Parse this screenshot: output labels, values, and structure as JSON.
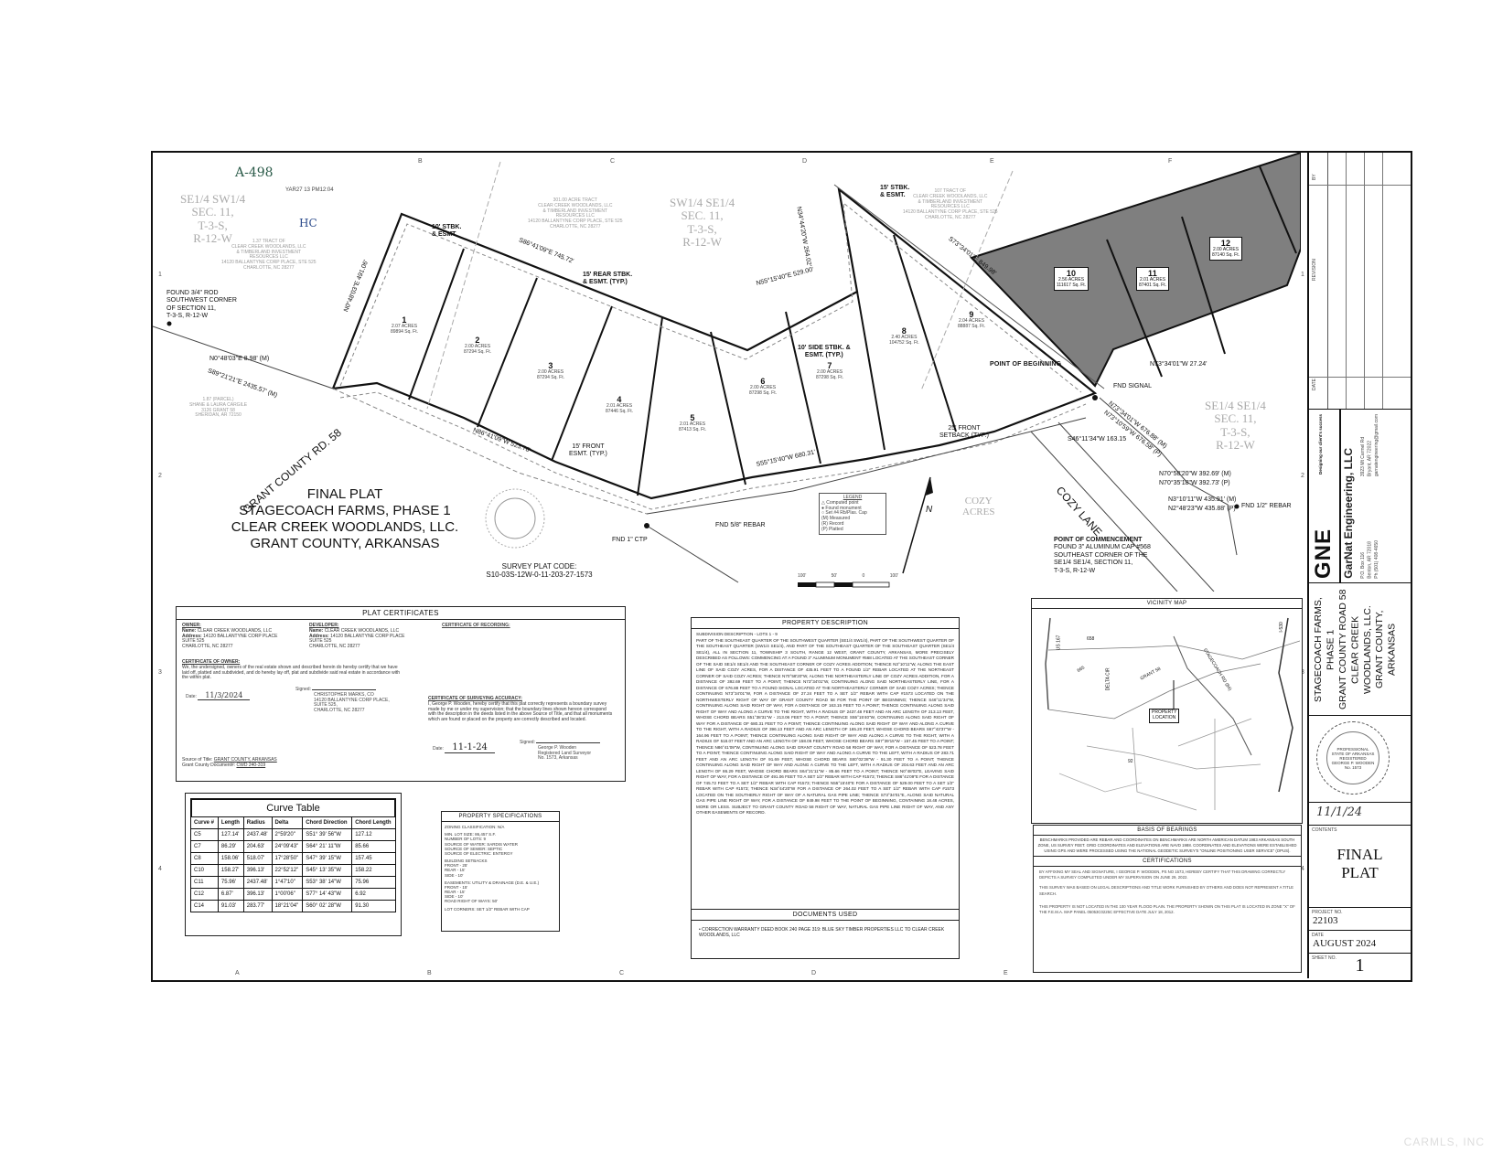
{
  "sheet": {
    "grid_letters_top": [
      "B",
      "C",
      "D",
      "E",
      "F"
    ],
    "grid_letters_bottom": [
      "A",
      "B",
      "C",
      "D",
      "E"
    ],
    "grid_numbers_left": [
      "1",
      "2",
      "3",
      "4"
    ],
    "grid_numbers_right": [
      "1",
      "2",
      "3",
      "4"
    ],
    "handwritten_top": "A-498",
    "stamp_top": "YAR27 13 PM12:04",
    "initials": "HC"
  },
  "plat": {
    "sections": [
      {
        "id": "se-sw",
        "lines": [
          "SE1/4 SW1/4",
          "SEC. 11,",
          "T-3-S,",
          "R-12-W"
        ]
      },
      {
        "id": "sw-se",
        "lines": [
          "SW1/4 SE1/4",
          "SEC. 11,",
          "T-3-S,",
          "R-12-W"
        ]
      },
      {
        "id": "se-se",
        "lines": [
          "SE1/4 SE1/4",
          "SEC. 11,",
          "T-3-S,",
          "R-12-W"
        ]
      }
    ],
    "adjoiners": [
      {
        "id": "adj-1",
        "lines": [
          "1.37 TRACT OF",
          "CLEAR CREEK WOODLANDS, LLC",
          "& TIMBERLAND INVESTMENT",
          "RESOURCES LLC",
          "14120 BALLANTYNE CORP PLACE, STE 525",
          "CHARLOTTE, NC 28277"
        ]
      },
      {
        "id": "adj-2",
        "lines": [
          "301.00 ACRE TRACT",
          "CLEAR CREEK WOODLANDS, LLC",
          "& TIMBERLAND INVESTMENT",
          "RESOURCES LLC",
          "14120 BALLANTYNE CORP PLACE, STE 525",
          "CHARLOTTE, NC 28277"
        ]
      },
      {
        "id": "adj-3",
        "lines": [
          "107 TRACT OF",
          "CLEAR CREEK WOODLANDS, LLC",
          "& TIMBERLAND INVESTMENT",
          "RESOURCES LLC",
          "14120 BALLANTYNE CORP PLACE, STE 525",
          "CHARLOTTE, NC 28277"
        ]
      },
      {
        "id": "adj-4",
        "lines": [
          "1.87 (PARCEL)",
          "SHANE & LAURA CARGILE",
          "3126 GRANT 58",
          "SHERIDAN, AR 72150"
        ]
      }
    ],
    "lots": [
      {
        "num": "1",
        "acres": "2.07 ACRES",
        "sqft": "89894 Sq. Ft."
      },
      {
        "num": "2",
        "acres": "2.00 ACRES",
        "sqft": "87294 Sq. Ft."
      },
      {
        "num": "3",
        "acres": "2.00 ACRES",
        "sqft": "87294 Sq. Ft."
      },
      {
        "num": "4",
        "acres": "2.01 ACRES",
        "sqft": "87446 Sq. Ft."
      },
      {
        "num": "5",
        "acres": "2.01 ACRES",
        "sqft": "87413 Sq. Ft."
      },
      {
        "num": "6",
        "acres": "2.00 ACRES",
        "sqft": "87298 Sq. Ft."
      },
      {
        "num": "7",
        "acres": "2.00 ACRES",
        "sqft": "87298 Sq. Ft."
      },
      {
        "num": "8",
        "acres": "2.40 ACRES",
        "sqft": "104752 Sq. Ft."
      },
      {
        "num": "9",
        "acres": "2.04 ACRES",
        "sqft": "88887 Sq. Ft."
      },
      {
        "num": "10",
        "acres": "2.56 ACRES",
        "sqft": "111617 Sq. Ft."
      },
      {
        "num": "11",
        "acres": "2.01 ACRES",
        "sqft": "87401 Sq. Ft."
      },
      {
        "num": "12",
        "acres": "2.00 ACRES",
        "sqft": "87140 Sq. Ft."
      }
    ],
    "callouts": {
      "found_rod": [
        "FOUND 3/4\" ROD",
        "SOUTHWEST CORNER",
        "OF SECTION 11,",
        "T-3-S, R-12-W"
      ],
      "tie_bearing": "N0°48'03\"E  8.98' (M)",
      "south_line": "S89°21'21\"E  2435.57' (M)",
      "lot1_west": "N0°48'03\"E  491.06'",
      "north_line": "S86°41'09\"E  745.72'",
      "mid_north": "N55°15'40\"E  529.00'",
      "east_nw": "N34°44'20\"W  264.02'",
      "east_line": "S73°34'01\"E  849.98'",
      "road_line": "N86°41'09\"W  523.78'",
      "front_line": "S55°15'40\"W  680.31'",
      "stbk_10": [
        "10' STBK.",
        "& ESMT."
      ],
      "stbk_15_rear": [
        "15' REAR STBK.",
        "& ESMT. (TYP.)"
      ],
      "stbk_15_top": [
        "15' STBK.",
        "& ESMT."
      ],
      "side_stbk": [
        "10' SIDE STBK. &",
        "ESMT. (TYP.)"
      ],
      "front_esmt": [
        "15' FRONT",
        "ESMT. (TYP.)"
      ],
      "front_setback": [
        "25' FRONT",
        "SETBACK (TYP.)"
      ],
      "point_of_beginning": "POINT OF BEGINNING",
      "fnd_signal": "FND SIGNAL",
      "n73_short": "N73°34'01\"W  27.24'",
      "s46": "S46°11'34\"W  163.15",
      "n73_m": "N73°34'01\"W  676.88' (M)",
      "n73_p": "N73°10'59\"W  676.58' (P)",
      "n70_m": "N70°58'20\"W  392.69' (M)",
      "n70_p": "N70°35'18\"W  392.73' (P)",
      "n3_m": "N3°10'11\"W  435.91' (M)",
      "n2_p": "N2°48'23\"W  435.88' (P)",
      "fnd_half_rebar": "FND 1/2\" REBAR",
      "fnd_58_rebar": "FND 5/8\" REBAR",
      "fnd_ctp": "FND 1\" CTP",
      "point_of_commencement": [
        "POINT OF COMMENCEMENT",
        "FOUND 3\" ALUMINUM CAP #568",
        "SOUTHEAST CORNER OF THE",
        "SE1/4 SE1/4, SECTION 11,",
        "T-3-S, R-12-W"
      ],
      "road_grant": "GRANT COUNTY RD. 58",
      "road_cozy": "COZY LANE",
      "cozy_acres": [
        "COZY",
        "ACRES"
      ]
    },
    "legend": {
      "title": "LEGEND",
      "items": [
        "Computed point",
        "Found monument",
        "Set #4 Rb/Plas. Cap",
        "(M) Measured",
        "(R) Record",
        "(P) Platted"
      ]
    },
    "scale_labels": [
      "100'",
      "50'",
      "0",
      "100'"
    ],
    "north_arrow": "N"
  },
  "main_title": {
    "lines": [
      "FINAL PLAT",
      "STAGECOACH FARMS, PHASE 1",
      "CLEAR CREEK WOODLANDS, LLC.",
      "GRANT COUNTY, ARKANSAS"
    ],
    "survey_code_label": "SURVEY PLAT CODE:",
    "survey_code": "S10-03S-12W-0-11-203-27-1573"
  },
  "plat_certificates": {
    "title": "PLAT CERTIFICATES",
    "owner_label": "OWNER:",
    "owner_name_label": "Name:",
    "owner_name": "CLEAR CREEK WOODLANDS, LLC",
    "owner_address_label": "Address:",
    "owner_address": [
      "14120 BALLANTYNE CORP PLACE",
      "SUITE 525",
      "CHARLOTTE, NC 28277"
    ],
    "developer_label": "DEVELOPER:",
    "developer_name_label": "Name:",
    "developer_name": "CLEAR CREEK WOODLANDS, LLC",
    "developer_address_label": "Address:",
    "developer_address": [
      "14120 BALLANTYNE CORP PLACE",
      "SUITE 525",
      "CHARLOTTE, NC 28277"
    ],
    "recording_label": "CERTIFICATE OF RECORDING:",
    "owner_cert_label": "CERTIFICATE OF OWNER:",
    "owner_cert_text": "We, the undersigned, owners of the real estate shown and described herein do hereby certify that we have laid off, platted and subdivided, and do hereby lay off, plat and subdivide said real estate in accordance with the within plat.",
    "owner_date_label": "Date:",
    "owner_date": "11/3/2024",
    "owner_signed_label": "Signed:",
    "owner_signer": [
      "CHRISTOPHER MARKS, CO",
      "14120 BALLANTYNE CORP PLACE,",
      "SUITE 525,",
      "CHARLOTTE, NC 28277"
    ],
    "survey_cert_label": "CERTIFICATE OF SURVEYING ACCURACY:",
    "survey_cert_text": "I, George P. Wooden, hereby certify that this plat correctly represents a boundary survey made by me or under my supervision; that the boundary lines shown hereon correspond with the description in the deeds listed in the above Source of Title, and that all monuments which are found or placed on the property are correctly described and located.",
    "survey_date_label": "Date:",
    "survey_date": "11-1-24",
    "survey_signed_label": "Signed:",
    "surveyor": [
      "George P. Wooden",
      "Registered Land Surveyor",
      "No. 1573, Arkansas"
    ],
    "source_title_label": "Source of Title:",
    "source_title": "GRANT COUNTY, ARKANSAS",
    "county_doc_label": "Grant County Document#:",
    "county_doc": "CWD 240-319"
  },
  "curve_table": {
    "title": "Curve Table",
    "headers": [
      "Curve #",
      "Length",
      "Radius",
      "Delta",
      "Chord Direction",
      "Chord Length"
    ],
    "rows": [
      [
        "C5",
        "127.14'",
        "2437.48'",
        "2°59'20\"",
        "S51° 39' 56\"W",
        "127.12"
      ],
      [
        "C7",
        "86.29'",
        "204.63'",
        "24°09'43\"",
        "S64° 21' 11\"W",
        "85.66"
      ],
      [
        "C8",
        "158.06'",
        "518.07'",
        "17°28'50\"",
        "S47° 39' 15\"W",
        "157.45"
      ],
      [
        "C10",
        "158.27'",
        "396.13'",
        "22°52'12\"",
        "S45° 13' 35\"W",
        "158.22"
      ],
      [
        "C11",
        "75.96'",
        "2437.48'",
        "1°47'10\"",
        "S53° 38' 14\"W",
        "75.96"
      ],
      [
        "C12",
        "6.87'",
        "396.13'",
        "1°00'06\"",
        "S77° 14' 43\"W",
        "6.92"
      ],
      [
        "C14",
        "91.03'",
        "283.77'",
        "18°21'04\"",
        "S60° 02' 28\"W",
        "91.30"
      ]
    ]
  },
  "property_specs": {
    "title": "PROPERTY SPECIFICATIONS",
    "lines": [
      "ZONING CLASSIFICATION: N/A",
      "",
      "MIN. LOT SIZE: 86,457 S.F.",
      "NUMBER OF LOTS: 9",
      "SOURCE OF WATER: SARDIS WATER",
      "SOURCE OF SEWER: SEPTIC",
      "SOURCE OF ELECTRIC: ENTERGY",
      "",
      "BUILDING SETBACKS",
      "FRONT - 25'",
      "REAR - 15'",
      "SIDE - 10'",
      "",
      "EASEMENTS: UTILITY & DRAINAGE (D.E. & U.E.)",
      "FRONT - 15'",
      "REAR - 15'",
      "SIDE - 10'",
      "ROAD RIGHT OF WAYS: 50'",
      "",
      "LOT CORNERS: SET 1/2\" REBAR WITH CAP"
    ]
  },
  "property_description": {
    "title": "PROPERTY DESCRIPTION",
    "subtitle": "SUBDIVISION DESCRIPTION - LOTS 1 - 9",
    "text": "PART OF THE SOUTHEAST QUARTER OF THE SOUTHWEST QUARTER (SE1/4 SW1/4), PART OF THE SOUTHWEST QUARTER OF THE SOUTHEAST QUARTER (SW1/4 SE1/4), AND PART OF THE SOUTHEAST QUARTER OF THE SOUTHEAST QUARTER (SE1/4 SE1/4), ALL IN SECTION 11, TOWNSHIP 3 SOUTH, RANGE 12 WEST, GRANT COUNTY, ARKANSAS, MORE PRECISELY DESCRIBED AS FOLLOWS: COMMENCING AT A FOUND 3\" ALUMINUM MONUMENT #568 LOCATED AT THE SOUTHEAST CORNER OF THE SAID SE1/4 SE1/4 AND THE SOUTHEAST CORNER OF COZY ACRES ADDITION; THENCE N3°10'11\"W, ALONG THE EAST LINE OF SAID COZY ACRES, FOR A DISTANCE OF 435.91 FEET TO A FOUND 1/2\" REBAR LOCATED AT THE NORTHEAST CORNER OF SAID COZY ACRES; THENCE N70°58'20\"W, ALONG THE NORTHEASTERLY LINE OF COZY ACRES ADDITION, FOR A DISTANCE OF 392.69 FEET TO A POINT; THENCE N73°34'01\"W, CONTINUING ALONG SAID NORTHEASTERLY LINE, FOR A DISTANCE OF 676.88 FEET TO A FOUND SIGNAL LOCATED AT THE NORTHEASTERLY CORNER OF SAID COZY ACRES; THENCE CONTINUING N73°34'01\"W, FOR A DISTANCE OF 27.24 FEET TO A SET 1/2\" REBAR WITH CAP #1573 LOCATED ON THE NORTHWESTERLY RIGHT OF WAY OF GRANT COUNTY ROAD 58 FOR THE POINT OF BEGINNING; THENCE S46°11'34\"W, CONTINUING ALONG SAID RIGHT OF WAY, FOR A DISTANCE OF 163.15 FEET TO A POINT; THENCE CONTINUING ALONG SAID RIGHT OF WAY AND ALONG A CURVE TO THE RIGHT, WITH A RADIUS OF 2437.48 FEET AND AN ARC LENGTH OF 213.13 FEET, WHOSE CHORD BEARS S51°38'31\"W - 213.06 FEET TO A POINT; THENCE S55°15'40\"W, CONTINUING ALONG SAID RIGHT OF WAY FOR A DISTANCE OF 680.31 FEET TO A POINT; THENCE CONTINUING ALONG SAID RIGHT OF WAY AND ALONG A CURVE TO THE RIGHT, WITH A RADIUS OF 396.13 FEET AND AN ARC LENGTH OF 165.20 FEET, WHOSE CHORD BEARS S67°43'37\"W - 164.96 FEET TO A POINT; THENCE CONTINUING ALONG SAID RIGHT OF WAY AND ALONG A CURVE TO THE RIGHT, WITH A RADIUS OF 518.07 FEET AND AN ARC LENGTH OF 158.06 FEET, WHOSE CHORD BEARS S87°39'15\"W - 157.45 FEET TO A POINT; THENCE N86°41'09\"W, CONTINUING ALONG SAID GRANT COUNTY ROAD 58 RIGHT OF WAY, FOR A DISTANCE OF 523.78 FEET TO A POINT; THENCE CONTINUING ALONG SAID RIGHT OF WAY AND ALONG A CURVE TO THE LEFT, WITH A RADIUS OF 283.71 FEET AND AN ARC LENGTH OF 91.69 FEET, WHOSE CHORD BEARS S80°02'28\"W - 91.30 FEET TO A POINT; THENCE CONTINUING ALONG SAID RIGHT OF WAY AND ALONG A CURVE TO THE LEFT, WITH A RADIUS OF 204.63 FEET AND AN ARC LENGTH OF 86.29 FEET, WHOSE CHORD BEARS S64°21'11\"W - 85.66 FEET TO A POINT; THENCE N0°48'03\"E, LEAVING SAID RIGHT OF WAY, FOR A DISTANCE OF 491.06 FEET TO A SET 1/2\" REBAR WITH CAP #1573; THENCE S86°41'09\"E FOR A DISTANCE OF 745.72 FEET TO A SET 1/2\" REBAR WITH CAP #1573; THENCE N55°15'40\"E FOR A DISTANCE OF 529.00 FEET TO A SET 1/2\" REBAR WITH CAP #1573; THENCE N34°44'20\"W FOR A DISTANCE OF 264.02 FEET TO A SET 1/2\" REBAR WITH CAP #1573 LOCATED ON THE SOUTHERLY RIGHT OF WAY OF A NATURAL GAS PIPE LINE; THENCE S73°34'01\"E, ALONG SAID NATURAL GAS PIPE LINE RIGHT OF WAY, FOR A DISTANCE OF 849.98 FEET TO THE POINT OF BEGINNING, CONTAINING 18.48 ACRES, MORE OR LESS. SUBJECT TO GRANT COUNTY ROAD 58 RIGHT OF WAY, NATURAL GAS PIPE LINE RIGHT OF WAY, AND ANY OTHER EASEMENTS OF RECORD.",
    "documents_title": "DOCUMENTS USED",
    "documents": [
      "CORRECTION WARRANTY DEED BOOK 240 PAGE 319: BLUE SKY TIMBER PROPERTIES LLC TO CLEAR CREEK WOODLANDS, LLC"
    ]
  },
  "vicinity_map": {
    "title": "VICINITY MAP",
    "labels": [
      "US 167",
      "658",
      "665",
      "DELTA CIR",
      "GRANT 58",
      "STAGECOACH RD (84)",
      "I-530",
      "92"
    ],
    "property_label": [
      "PROPERTY",
      "LOCATION"
    ]
  },
  "basis_of_bearings": {
    "title": "BASIS OF BEARINGS",
    "text": "BENCHMARKS PROVIDED ARE REBAR AND COORDINATES ON BENCHMARKS ARE NORTH AMERICAN DATUM 1983 ARKANSAS SOUTH ZONE, US SURVEY FEET. GRID COORDINATES AND ELEVATIONS ARE NAVD 1988. COORDINATES AND ELEVATIONS WERE ESTABLISHED USING GPS AND WERE PROCESSED USING THE NATIONAL GEODETIC SURVEY'S \"ONLINE POSITIONING USER SERVICE\" (OPUS)."
  },
  "certifications": {
    "title": "CERTIFICATIONS",
    "paragraphs": [
      "BY AFFIXING MY SEAL AND SIGNATURE, I GEORGE P. WOODEN, PS NO 1573, HEREBY CERTIFY THAT THIS DRAWING CORRECTLY DEPICTS A SURVEY COMPLETED UNDER MY SUPERVISION ON JUNE 29, 2022.",
      "THIS SURVEY WAS BASED ON LEGAL DESCRIPTIONS AND TITLE WORK FURNISHED BY OTHERS AND DOES NOT REPRESENT A TITLE SEARCH.",
      "THIS PROPERTY IS NOT LOCATED IN THE 100 YEAR FLOOD PLAIN. THE PROPERTY SHOWN ON THIS PLAT IS LOCATED IN ZONE \"X\" OF THE F.E.M.A. MAP PANEL 05053C0225C EFFECTIVE DATE JULY 18, 2012."
    ]
  },
  "title_block": {
    "revision_headers": [
      "DATE",
      "REVISION",
      "BY"
    ],
    "firm_logo": "GNE",
    "firm_tagline": "Designing our client's success",
    "firm_name": "GarNat Engineering, LLC",
    "firm_address_left": [
      "P.O. Box 116",
      "Benton, AR 72018",
      "Ph (501) 408-4650"
    ],
    "firm_address_right": [
      "3923 Mt Carmel Rd",
      "Bryant, AR 72022",
      "garnatengineering@gmail.com"
    ],
    "project_lines": [
      "STAGECOACH FARMS, PHASE 1",
      "GRANT COUNTY ROAD 58",
      "CLEAR CREEK WOODLANDS, LLC.",
      "GRANT COUNTY, ARKANSAS"
    ],
    "seal_text": [
      "PROFESSIONAL",
      "STATE OF ARKANSAS",
      "REGISTERED",
      "GEORGE P. WOODEN",
      "No. 1573"
    ],
    "seal_date": "11/1/24",
    "contents_label": "CONTENTS",
    "contents": [
      "FINAL",
      "PLAT"
    ],
    "project_no_label": "PROJECT NO.",
    "project_no": "22103",
    "date_label": "DATE",
    "date": "AUGUST 2024",
    "sheet_no_label": "SHEET NO.",
    "sheet_no": "1"
  },
  "watermark": "CARMLS, INC"
}
